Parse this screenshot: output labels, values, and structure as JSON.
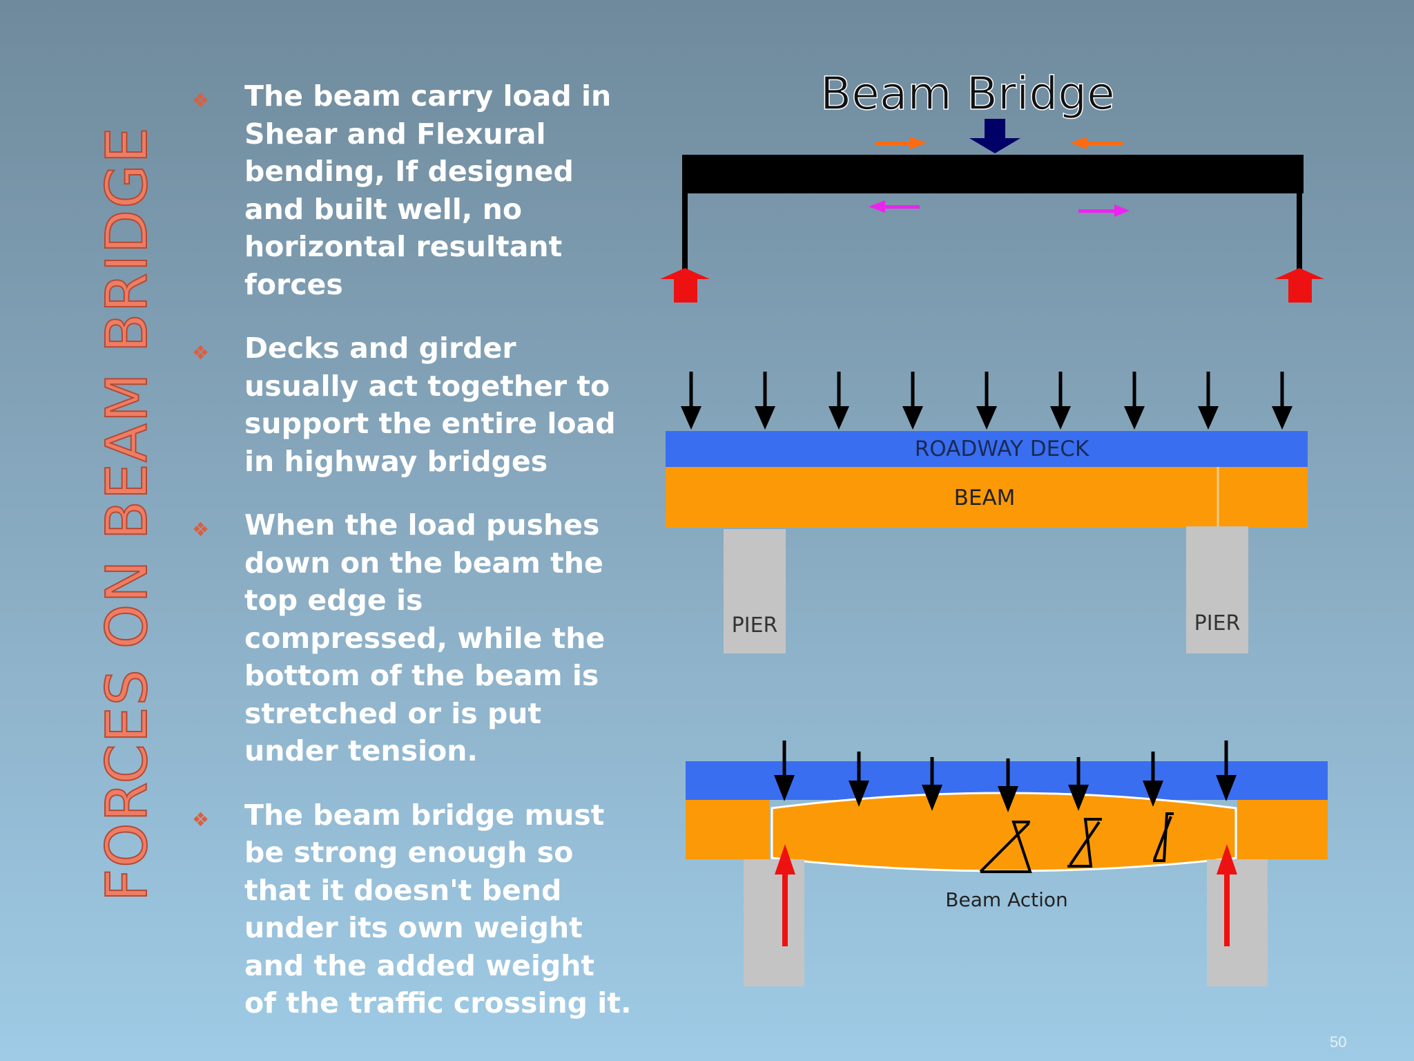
{
  "slide": {
    "side_title": "FORCES ON BEAM BRIDGE",
    "page_number": "50",
    "bullets": [
      "The beam carry load in Shear and Flexural bending, If designed and built well, no horizontal resultant forces",
      "Decks and girder usually act together to support the entire load in highway bridges",
      "When the load pushes down on the beam the top edge is compressed, while the bottom of the beam is stretched or is put under tension.",
      "The beam bridge must be strong enough so that it doesn't bend under its own weight and the added weight of the traffic crossing it."
    ],
    "bullet_icon": "diamond-bullet-icon"
  },
  "diagram_top": {
    "title": "Beam Bridge"
  },
  "diagram_middle": {
    "deck_label": "ROADWAY DECK",
    "beam_label": "BEAM",
    "pier_left_label": "PIER",
    "pier_right_label": "PIER"
  },
  "diagram_bottom": {
    "caption": "Beam Action"
  },
  "colors": {
    "deck": "#3a6ef0",
    "beam": "#fb9a06",
    "pier": "#c4c4c4",
    "reaction": "#ee1111",
    "compression": "#ff6a10",
    "tension": "#ee22ee",
    "load": "#000066"
  }
}
